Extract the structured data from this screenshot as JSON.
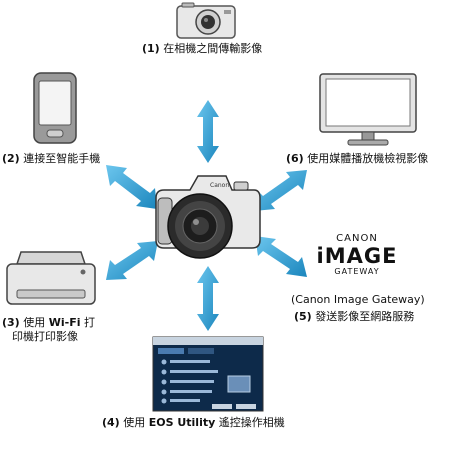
{
  "nodes": {
    "phone_to_camera": {
      "num": "(1)",
      "text": "在相機之間傳輸影像"
    },
    "smartphone": {
      "num": "(2)",
      "text": "連接至智能手機"
    },
    "printer": {
      "num": "(3)",
      "pre": "使用 ",
      "bold": "Wi-Fi",
      "post": " 打",
      "line2": "印機打印影像"
    },
    "computer": {
      "num": "(4)",
      "pre": "使用 ",
      "bold": "EOS Utility",
      "post": " 遙控操作相機"
    },
    "web_service": {
      "num": "(5)",
      "text": "發送影像至網路服務"
    },
    "tv": {
      "num": "(6)",
      "text": "使用媒體播放機檢視影像"
    }
  },
  "gateway": {
    "logo_canon": "CANON",
    "logo_image": "iMAGE",
    "logo_gateway": "GATEWAY",
    "caption": "(Canon Image Gateway)"
  },
  "colors": {
    "arrow": "#35a8d9",
    "arrow_shade": "#1b86bd",
    "device_gray": "#8a8a8a"
  }
}
